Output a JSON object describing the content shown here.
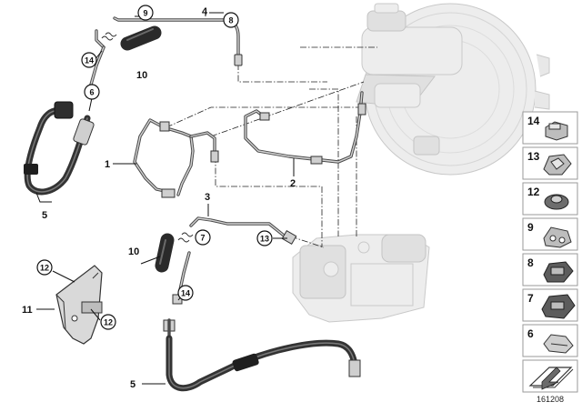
{
  "diagram": {
    "callouts": {
      "n1": "1",
      "n2": "2",
      "n3": "3",
      "n4": "4",
      "n5a": "5",
      "n5b": "5",
      "n10a": "10",
      "n10b": "10",
      "n11": "11",
      "c9": "9",
      "c8": "8",
      "c14a": "14",
      "c6": "6",
      "c7": "7",
      "c13": "13",
      "c14b": "14",
      "c12a": "12",
      "c12b": "12"
    },
    "side_panel": [
      "14",
      "13",
      "12",
      "9",
      "8",
      "7",
      "6"
    ],
    "diagram_id": "161208"
  }
}
